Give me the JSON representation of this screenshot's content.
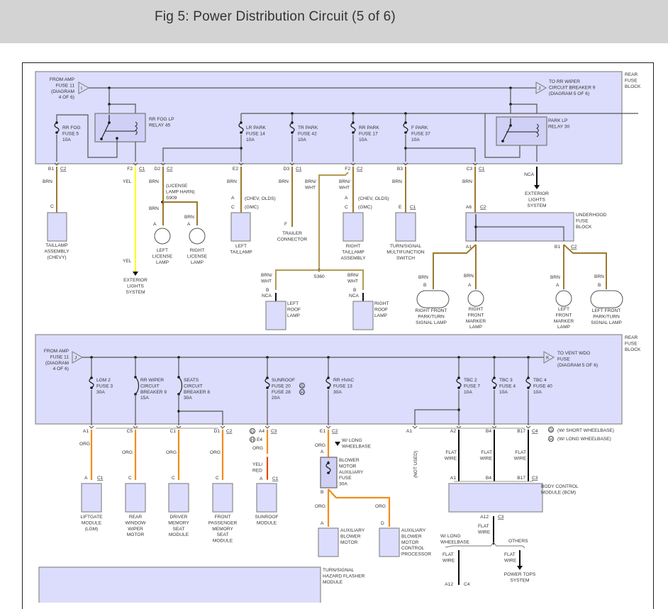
{
  "page": {
    "title": "Fig 5: Power Distribution Circuit (5 of 6)"
  },
  "colors": {
    "header_bg": "#d3d3d3",
    "block_fill": "#dcdcfc",
    "block_stroke": "#8a8a8a",
    "wire_brn": "#9c7a2e",
    "wire_yel": "#ffff00",
    "wire_org": "#f28c1c",
    "wire_red": "#d40000",
    "wire_black": "#111111",
    "internal": "#555555"
  },
  "top": {
    "block_label": [
      "REAR",
      "FUSE",
      "BLOCK"
    ],
    "from_input": {
      "letter": "I",
      "lines": [
        "FROM AMP",
        "FUSE 11",
        "(DIAGRAM",
        "4 OF 6)"
      ]
    },
    "to_output": {
      "letter": "J",
      "lines": [
        "TO RR WIPER",
        "CIRCUIT BREAKER 9",
        "(DIAGRAM 5 OF 6)"
      ]
    },
    "relays": [
      {
        "id": "rr-fog-lp-relay",
        "lines": [
          "RR FOG LP",
          "RELAY 45"
        ]
      },
      {
        "id": "park-lp-relay",
        "lines": [
          "PARK LP",
          "RELAY 30"
        ]
      }
    ],
    "fuses": [
      {
        "id": "rr-fog-fuse",
        "lines": [
          "RR FOG",
          "FUSE 5",
          "10A"
        ]
      },
      {
        "id": "lr-park-fuse",
        "lines": [
          "LR PARK",
          "FUSE 14",
          "10A"
        ]
      },
      {
        "id": "tr-park-fuse",
        "lines": [
          "TR PARK",
          "FUSE 42",
          "10A"
        ]
      },
      {
        "id": "rr-park-fuse",
        "lines": [
          "RR PARK",
          "FUSE 17",
          "10A"
        ]
      },
      {
        "id": "f-park-fuse",
        "lines": [
          "F PARK",
          "FUSE 37",
          "10A"
        ]
      }
    ],
    "pins": [
      {
        "pin": "B1",
        "conn": "C2"
      },
      {
        "pin": "F2",
        "conn": "C1"
      },
      {
        "pin": "D2",
        "conn": "C2"
      },
      {
        "pin": "E2",
        "conn": ""
      },
      {
        "pin": "D3",
        "conn": "C1"
      },
      {
        "pin": "F2",
        "conn": "C2"
      },
      {
        "pin": "B3",
        "conn": ""
      },
      {
        "pin": "C3",
        "conn": "C1"
      },
      {
        "pin": "NCA",
        "conn": ""
      }
    ],
    "wire_colors": {
      "brn": "BRN",
      "yel": "YEL",
      "brn_wht": [
        "BRN/",
        "WHT"
      ],
      "license_harn": [
        "(LICENSE",
        "LAMP HARN)",
        "S909"
      ],
      "splice": "S360",
      "nca": "NCA"
    },
    "variants": {
      "chev_olds": "(CHEV, OLDS)",
      "gmc": "(GMC)"
    },
    "components": {
      "taillamp_assembly": [
        "TAILLAMP",
        "ASSEMBLY",
        "(CHEVY)"
      ],
      "exterior_lights": [
        "EXTERIOR",
        "LIGHTS",
        "SYSTEM"
      ],
      "left_license_lamp": [
        "LEFT",
        "LICENSE",
        "LAMP"
      ],
      "right_license_lamp": [
        "RIGHT",
        "LICENSE",
        "LAMP"
      ],
      "left_taillamp": [
        "LEFT",
        "TAILLAMP"
      ],
      "trailer_connector": [
        "TRAILER",
        "CONNECTOR"
      ],
      "right_taillamp_assembly": [
        "RIGHT",
        "TAILLAMP",
        "ASSEMBLY"
      ],
      "turn_signal_switch": [
        "TURN/SIGNAL",
        "MULTIFUNCTION",
        "SWITCH"
      ],
      "left_roof_lamp": [
        "LEFT",
        "ROOF",
        "LAMP"
      ],
      "right_roof_lamp": [
        "RIGHT",
        "ROOF",
        "LAMP"
      ],
      "underhood_fuse_block": [
        "UNDERHOOD",
        "FUSE",
        "BLOCK"
      ],
      "rf_park_turn": [
        "RIGHT FRONT",
        "PARK/TURN",
        "SIGNAL LAMP"
      ],
      "rf_marker": [
        "RIGHT",
        "FRONT",
        "MARKER",
        "LAMP"
      ],
      "lf_marker": [
        "LEFT",
        "FRONT",
        "MARKER",
        "LAMP"
      ],
      "lf_park_turn": [
        "LEFT FRONT",
        "PARK/TURN",
        "SIGNAL LAMP"
      ]
    },
    "underhood_pins": {
      "a6": "A6",
      "c2": "C2",
      "a1": "A1",
      "b1": "B1"
    }
  },
  "bottom": {
    "block_label": [
      "REAR",
      "FUSE",
      "BLOCK"
    ],
    "from_input": {
      "letter": "J",
      "lines": [
        "FROM AMP",
        "FUSE 11",
        "(DIAGRAM",
        "4 OF 6)"
      ]
    },
    "to_output": {
      "letter": "K",
      "lines": [
        "TO VENT WDO",
        "FUSE",
        "(DIAGRAM 5 OF 6)"
      ]
    },
    "fuses": [
      {
        "id": "lgm2-fuse",
        "lines": [
          "LGM 2",
          "FUSE 3",
          "30A"
        ]
      },
      {
        "id": "rr-wiper-cb",
        "lines": [
          "RR WIPER",
          "CIRCUIT",
          "BREAKER 9",
          "15A"
        ]
      },
      {
        "id": "seats-cb",
        "lines": [
          "SEATS",
          "CIRCUIT",
          "BREAKER 8",
          "30A"
        ]
      },
      {
        "id": "sunroof-fuse",
        "lines": [
          "SUNROOF",
          "FUSE 20",
          "FUSE 28",
          "20A"
        ]
      },
      {
        "id": "rr-hvac-fuse",
        "lines": [
          "RR HVAC",
          "FUSE 13",
          "30A"
        ]
      },
      {
        "id": "tbc2-fuse",
        "lines": [
          "TBC 2",
          "FUSE 7",
          "10A"
        ]
      },
      {
        "id": "tbc3-fuse",
        "lines": [
          "TBC 3",
          "FUSE 4",
          "10A"
        ]
      },
      {
        "id": "tbc4-fuse",
        "lines": [
          "TBC 4",
          "FUSE 40",
          "10A"
        ]
      }
    ],
    "legend": {
      "g": "(W/ SHORT WHEELBASE)",
      "h": "(W/ LONG WHEELBASE)",
      "g_sym": "G",
      "h_sym": "H"
    },
    "wire_colors": {
      "org": "ORG",
      "yel_red": [
        "YEL/",
        "RED"
      ],
      "flat_wire": [
        "FLAT",
        "WIRE"
      ],
      "not_used": "(NOT USED)"
    },
    "notes": {
      "long_wb": [
        "W/ LONG",
        "WHEELBASE"
      ],
      "others": "OTHERS"
    },
    "components": {
      "lgm": [
        "LIFTGATE",
        "MODULE",
        "(LGM)"
      ],
      "rear_wiper_motor": [
        "REAR",
        "WINDOW",
        "WIPER",
        "MOTOR"
      ],
      "driver_seat": [
        "DRIVER",
        "MEMORY",
        "SEAT",
        "MODULE"
      ],
      "pass_seat": [
        "FRONT",
        "PASSENGER",
        "MEMORY",
        "SEAT",
        "MODULE"
      ],
      "sunroof_module": [
        "SUNROOF",
        "MODULE"
      ],
      "blower_aux_fuse": [
        "BLOWER",
        "MOTOR",
        "AUXILIARY",
        "FUSE",
        "30A"
      ],
      "aux_blower_motor": [
        "AUXILIARY",
        "BLOWER",
        "MOTOR"
      ],
      "aux_blower_proc": [
        "AUXILIARY",
        "BLOWER",
        "MOTOR",
        "CONTROL",
        "PROCESSOR"
      ],
      "bcm": [
        "BODY CONTROL",
        "MODULE (BCM)"
      ],
      "power_tops": [
        "POWER TOPS",
        "SYSTEM"
      ],
      "flasher": [
        "TURN/SIGNAL",
        "HAZARD FLASHER",
        "MODULE"
      ]
    },
    "pins": {
      "a1": "A1",
      "c5": "C5",
      "c1": "C1",
      "d1": "D1",
      "c2": "C2",
      "a4": "A4",
      "c3": "C3",
      "e4": "E4",
      "e1": "E1",
      "a2": "A2",
      "b4": "B4",
      "b17": "B17",
      "c4": "C4",
      "a": "A",
      "b": "B",
      "c": "C",
      "d": "D",
      "a12": "A12"
    }
  }
}
